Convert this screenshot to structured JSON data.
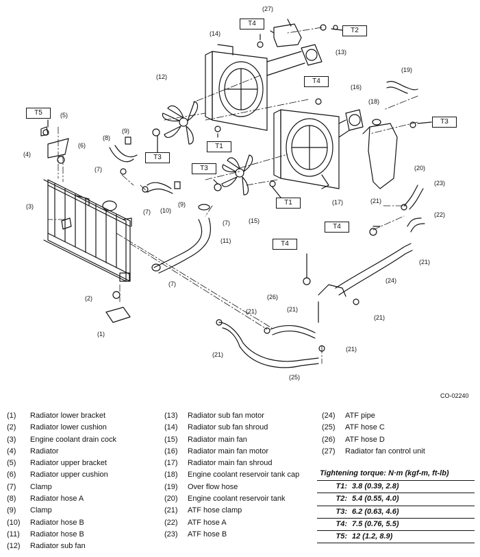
{
  "figure_id": "CO-02240",
  "callouts": {
    "c1": "(1)",
    "c2": "(2)",
    "c3": "(3)",
    "c4": "(4)",
    "c5": "(5)",
    "c6": "(6)",
    "c7a": "(7)",
    "c7b": "(7)",
    "c7c": "(7)",
    "c7d": "(7)",
    "c8": "(8)",
    "c9a": "(9)",
    "c9b": "(9)",
    "c10": "(10)",
    "c11": "(11)",
    "c12": "(12)",
    "c13": "(13)",
    "c14": "(14)",
    "c15": "(15)",
    "c16": "(16)",
    "c17": "(17)",
    "c18": "(18)",
    "c19": "(19)",
    "c20": "(20)",
    "c21a": "(21)",
    "c21b": "(21)",
    "c21c": "(21)",
    "c21d": "(21)",
    "c21e": "(21)",
    "c21f": "(21)",
    "c22": "(22)",
    "c23": "(23)",
    "c24": "(24)",
    "c25": "(25)",
    "c26": "(26)",
    "c27": "(27)"
  },
  "torque_boxes": {
    "t5": "T5",
    "t4a": "T4",
    "t2": "T2",
    "t4b": "T4",
    "t3a": "T3",
    "t1a": "T1",
    "t3b": "T3",
    "t3c": "T3",
    "t1b": "T1",
    "t4c": "T4",
    "t4d": "T4"
  },
  "legend_col1": [
    {
      "num": "(1)",
      "name": "Radiator lower bracket"
    },
    {
      "num": "(2)",
      "name": "Radiator lower cushion"
    },
    {
      "num": "(3)",
      "name": "Engine coolant drain cock"
    },
    {
      "num": "(4)",
      "name": "Radiator"
    },
    {
      "num": "(5)",
      "name": "Radiator upper bracket"
    },
    {
      "num": "(6)",
      "name": "Radiator upper cushion"
    },
    {
      "num": "(7)",
      "name": "Clamp"
    },
    {
      "num": "(8)",
      "name": "Radiator hose A"
    },
    {
      "num": "(9)",
      "name": "Clamp"
    },
    {
      "num": "(10)",
      "name": "Radiator hose B"
    },
    {
      "num": "(11)",
      "name": "Radiator hose B"
    },
    {
      "num": "(12)",
      "name": "Radiator sub fan"
    }
  ],
  "legend_col2": [
    {
      "num": "(13)",
      "name": "Radiator sub fan motor"
    },
    {
      "num": "(14)",
      "name": "Radiator sub fan shroud"
    },
    {
      "num": "(15)",
      "name": "Radiator main fan"
    },
    {
      "num": "(16)",
      "name": "Radiator main fan motor"
    },
    {
      "num": "(17)",
      "name": "Radiator main fan shroud"
    },
    {
      "num": "(18)",
      "name": "Engine coolant reservoir tank cap"
    },
    {
      "num": "(19)",
      "name": "Over flow hose"
    },
    {
      "num": "(20)",
      "name": "Engine coolant reservoir tank"
    },
    {
      "num": "(21)",
      "name": "ATF hose clamp"
    },
    {
      "num": "(22)",
      "name": "ATF hose A"
    },
    {
      "num": "(23)",
      "name": "ATF hose B"
    }
  ],
  "legend_col3": [
    {
      "num": "(24)",
      "name": "ATF pipe"
    },
    {
      "num": "(25)",
      "name": "ATF hose C"
    },
    {
      "num": "(26)",
      "name": "ATF hose D"
    },
    {
      "num": "(27)",
      "name": "Radiator fan control unit"
    }
  ],
  "torque_table": {
    "heading": "Tightening torque: N·m (kgf-m, ft-lb)",
    "rows": [
      {
        "key": "T1:",
        "value": "3.8 (0.39, 2.8)"
      },
      {
        "key": "T2:",
        "value": "5.4 (0.55, 4.0)"
      },
      {
        "key": "T3:",
        "value": "6.2 (0.63, 4.6)"
      },
      {
        "key": "T4:",
        "value": "7.5 (0.76, 5.5)"
      },
      {
        "key": "T5:",
        "value": "12 (1.2, 8.9)"
      }
    ]
  }
}
